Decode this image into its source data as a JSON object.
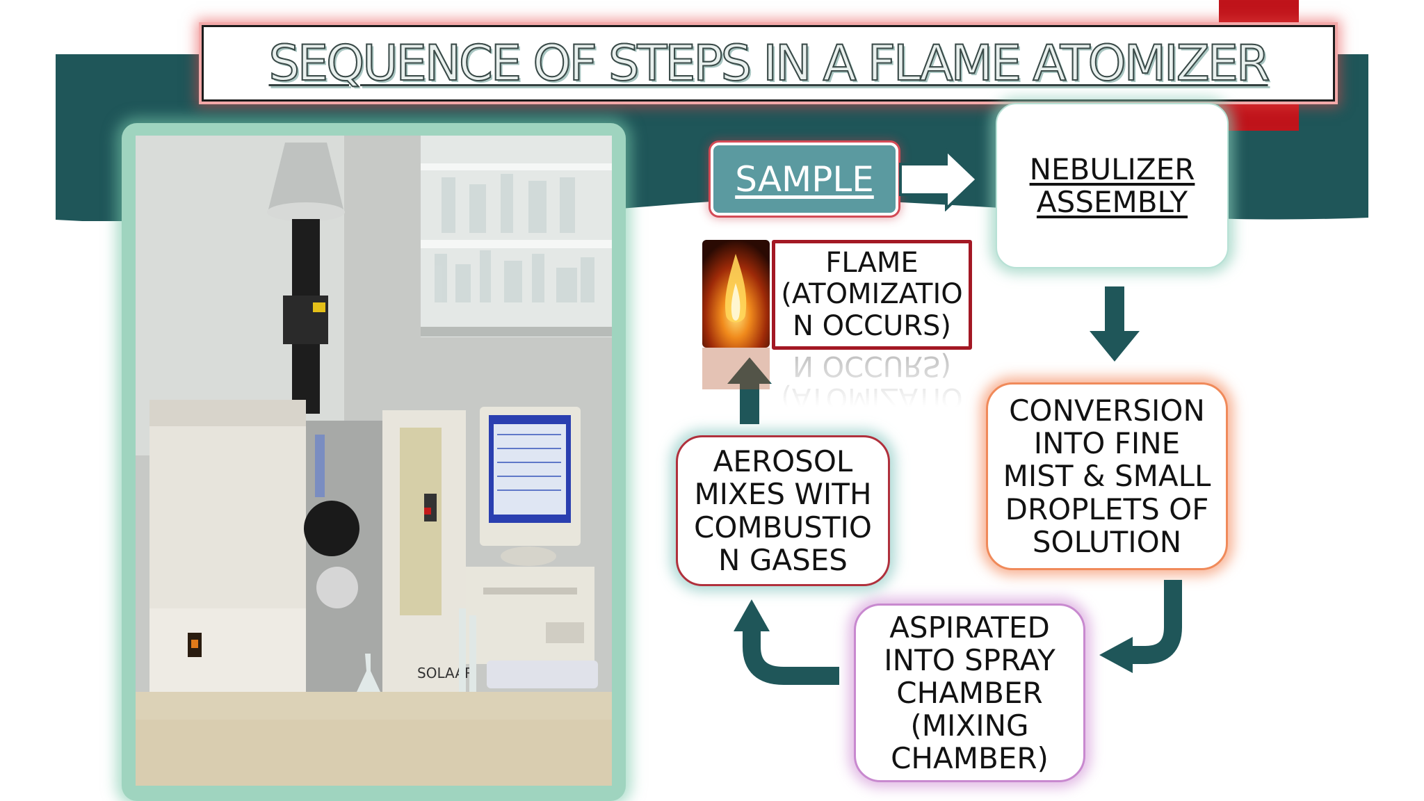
{
  "title": "SEQUENCE OF STEPS  IN A FLAME ATOMIZER",
  "steps": {
    "sample": "SAMPLE",
    "nebulizer": [
      "NEBULIZER",
      "ASSEMBLY"
    ],
    "conversion": [
      "CONVERSION",
      "INTO FINE",
      "MIST & SMALL",
      "DROPLETS OF",
      "SOLUTION"
    ],
    "aspirated": [
      "ASPIRATED",
      "INTO SPRAY",
      "CHAMBER",
      "(MIXING",
      "CHAMBER)"
    ],
    "aerosol": [
      "AEROSOL",
      "MIXES WITH",
      "COMBUSTIO",
      "N GASES"
    ],
    "flame": [
      "FLAME",
      "(ATOMIZATIO",
      "N OCCURS)"
    ]
  },
  "photo_labels": {
    "instrument_brand": "SOLAAR"
  },
  "colors": {
    "banner_teal": "#1f5659",
    "accent_red": "#c0141b",
    "arrow_teal": "#1f5659",
    "sample_fill": "#5b9aa0"
  }
}
